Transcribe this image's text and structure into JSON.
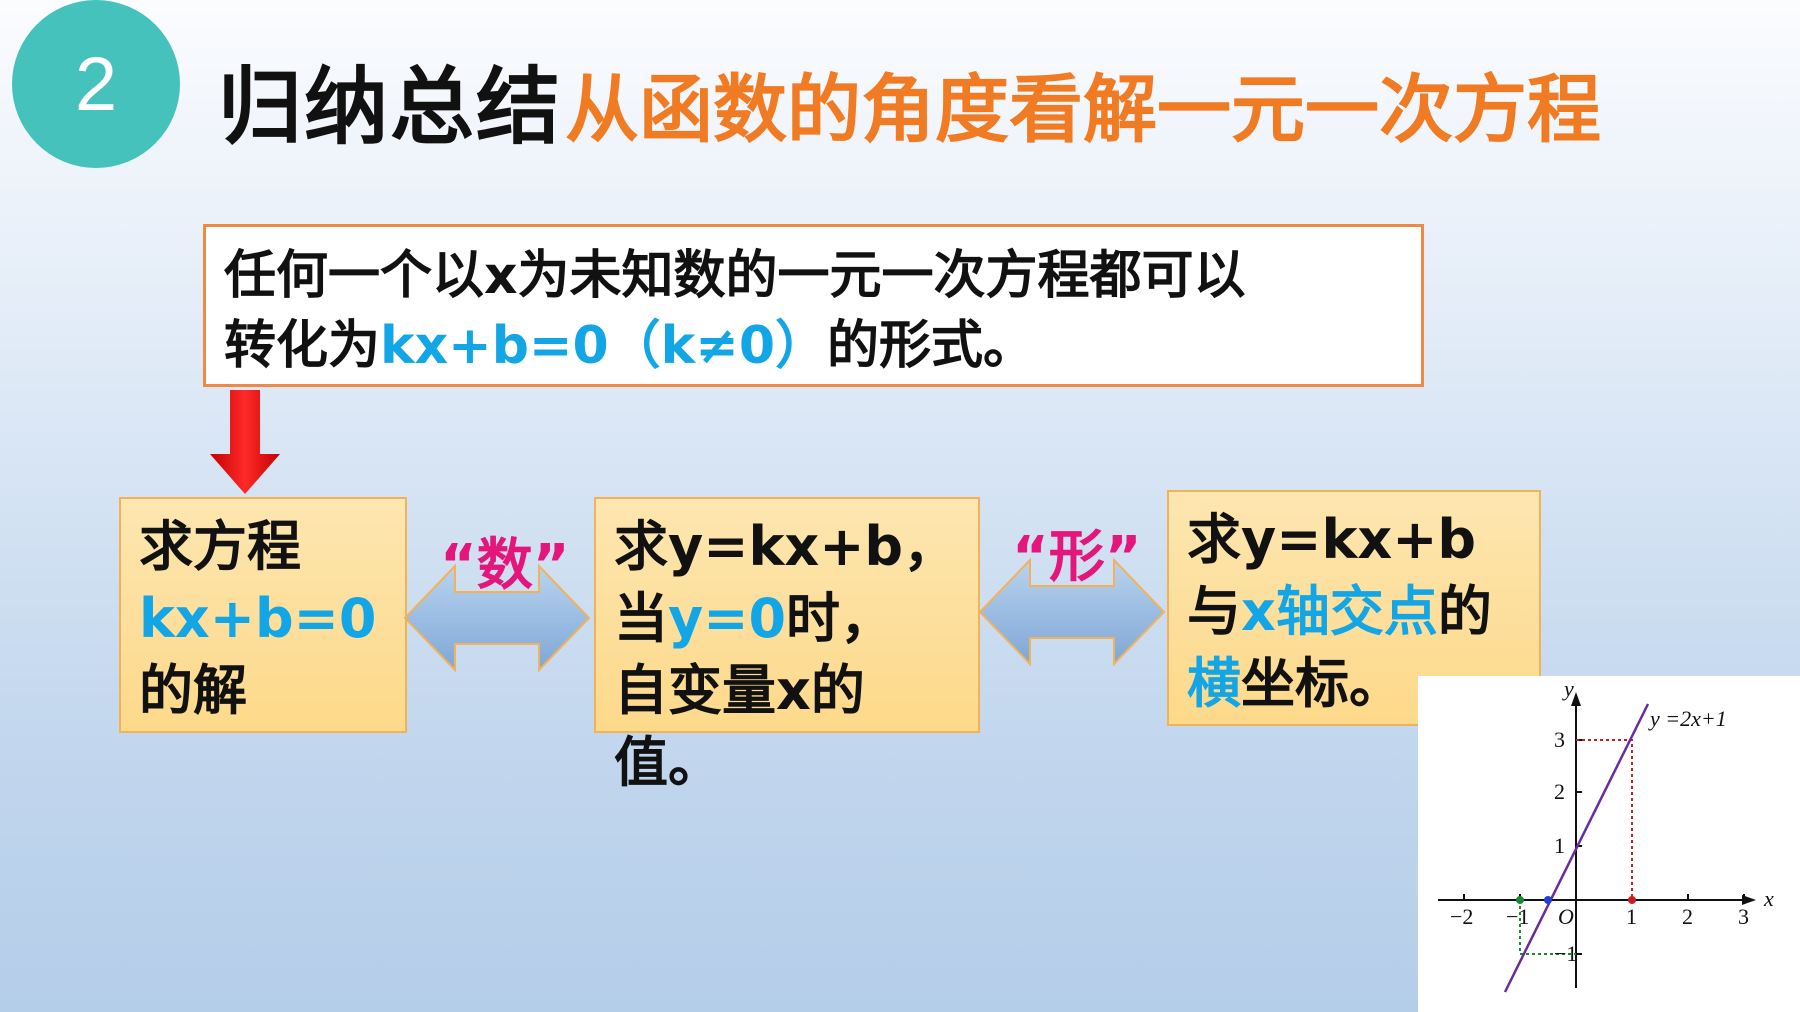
{
  "header": {
    "badge": "2",
    "title": "归纳总结",
    "subtitle": "从函数的角度看解一元一次方程"
  },
  "statement": {
    "line1": "任何一个以x为未知数的一元一次方程都可以",
    "line2_prefix": "转化为",
    "line2_formula": "kx+b=0（k≠0）",
    "line2_suffix": "的形式。"
  },
  "box_equation": {
    "line1": "求方程",
    "line2": "kx+b=0",
    "line3": "的解"
  },
  "box_function": {
    "line1": "求y=kx+b，",
    "line2_prefix": "当",
    "line2_formula": "y=0",
    "line2_suffix": "时，",
    "line3": "自变量x的值。"
  },
  "box_graph": {
    "line1": "求y=kx+b",
    "line2_prefix": "与",
    "line2_highlight": "x轴交点",
    "line2_suffix": "的",
    "line3_highlight": "横",
    "line3_suffix": "坐标。"
  },
  "arrows": {
    "number_label": "“数”",
    "shape_label": "“形”"
  },
  "graph": {
    "function_label": "y =2x+1",
    "x_axis_label": "x",
    "y_axis_label": "y",
    "origin_label": "O",
    "x_ticks": [
      "−2",
      "−1",
      "1",
      "2",
      "3"
    ],
    "y_ticks": [
      "3",
      "2",
      "1",
      "−1"
    ]
  },
  "colors": {
    "badge": "#45c2bb",
    "subtitle": "#f07b22",
    "highlight_blue": "#13a6e6",
    "highlight_magenta": "#e4157b",
    "down_arrow": "#ee1111",
    "double_arrow": "#8fb6e0"
  }
}
